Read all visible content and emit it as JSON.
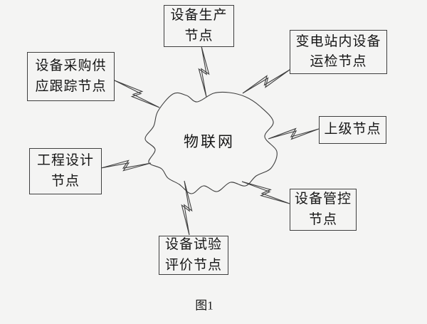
{
  "figure": {
    "caption": "图1",
    "center_label": "物联网",
    "nodes": {
      "production": {
        "line1": "设备生产",
        "line2": "节点"
      },
      "procurement": {
        "line1": "设备采购供",
        "line2": "应跟踪节点"
      },
      "substation": {
        "line1": "变电站内设备",
        "line2": "运检节点"
      },
      "superior": {
        "line1": "上级节点"
      },
      "design": {
        "line1": "工程设计",
        "line2": "节点"
      },
      "test": {
        "line1": "设备试验",
        "line2": "评价节点"
      },
      "control": {
        "line1": "设备管控",
        "line2": "节点"
      }
    },
    "connections": [
      {
        "from": "设备生产节点",
        "to": "物联网"
      },
      {
        "from": "设备采购供应跟踪节点",
        "to": "物联网"
      },
      {
        "from": "变电站内设备运检节点",
        "to": "物联网"
      },
      {
        "from": "上级节点",
        "to": "物联网"
      },
      {
        "from": "工程设计节点",
        "to": "物联网"
      },
      {
        "from": "设备试验评价节点",
        "to": "物联网"
      },
      {
        "from": "设备管控节点",
        "to": "物联网"
      }
    ],
    "colors": {
      "background": "#f4f4f3",
      "line": "#3f3f3f",
      "text": "#161616"
    }
  }
}
